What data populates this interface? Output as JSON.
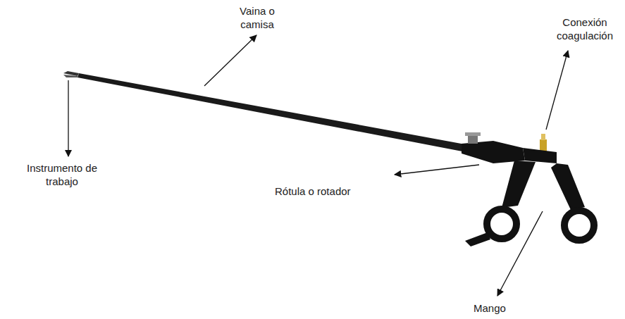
{
  "diagram": {
    "labels": [
      "Vaina o camisa",
      "Conexión coagulación",
      "Instrumento de trabajo",
      "Rótula o rotador",
      "Mango"
    ]
  }
}
